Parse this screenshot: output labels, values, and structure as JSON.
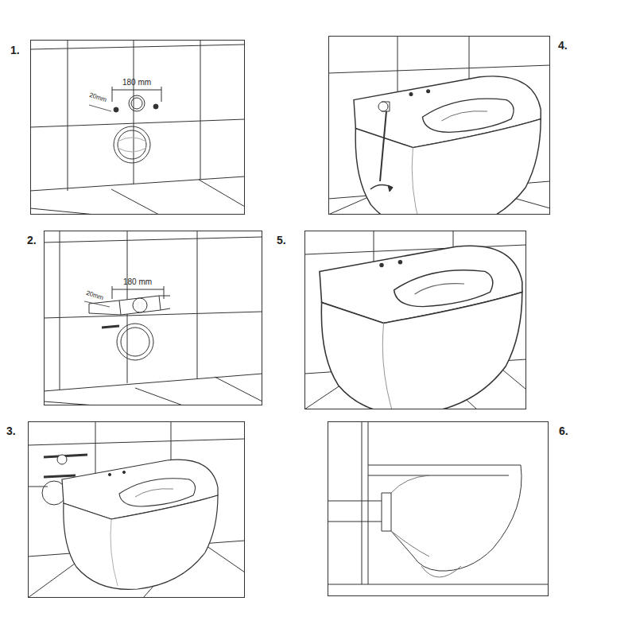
{
  "diagram": {
    "nodes": [
      {
        "text": [
          "1."
        ]
      },
      {
        "text": [
          "2."
        ]
      },
      {
        "text": [
          "3."
        ]
      },
      {
        "text": [
          "4."
        ]
      },
      {
        "text": [
          "5."
        ]
      },
      {
        "text": [
          "6."
        ]
      }
    ],
    "labels": [
      "180 mm",
      "20mm",
      "180 mm",
      "20mm"
    ]
  }
}
